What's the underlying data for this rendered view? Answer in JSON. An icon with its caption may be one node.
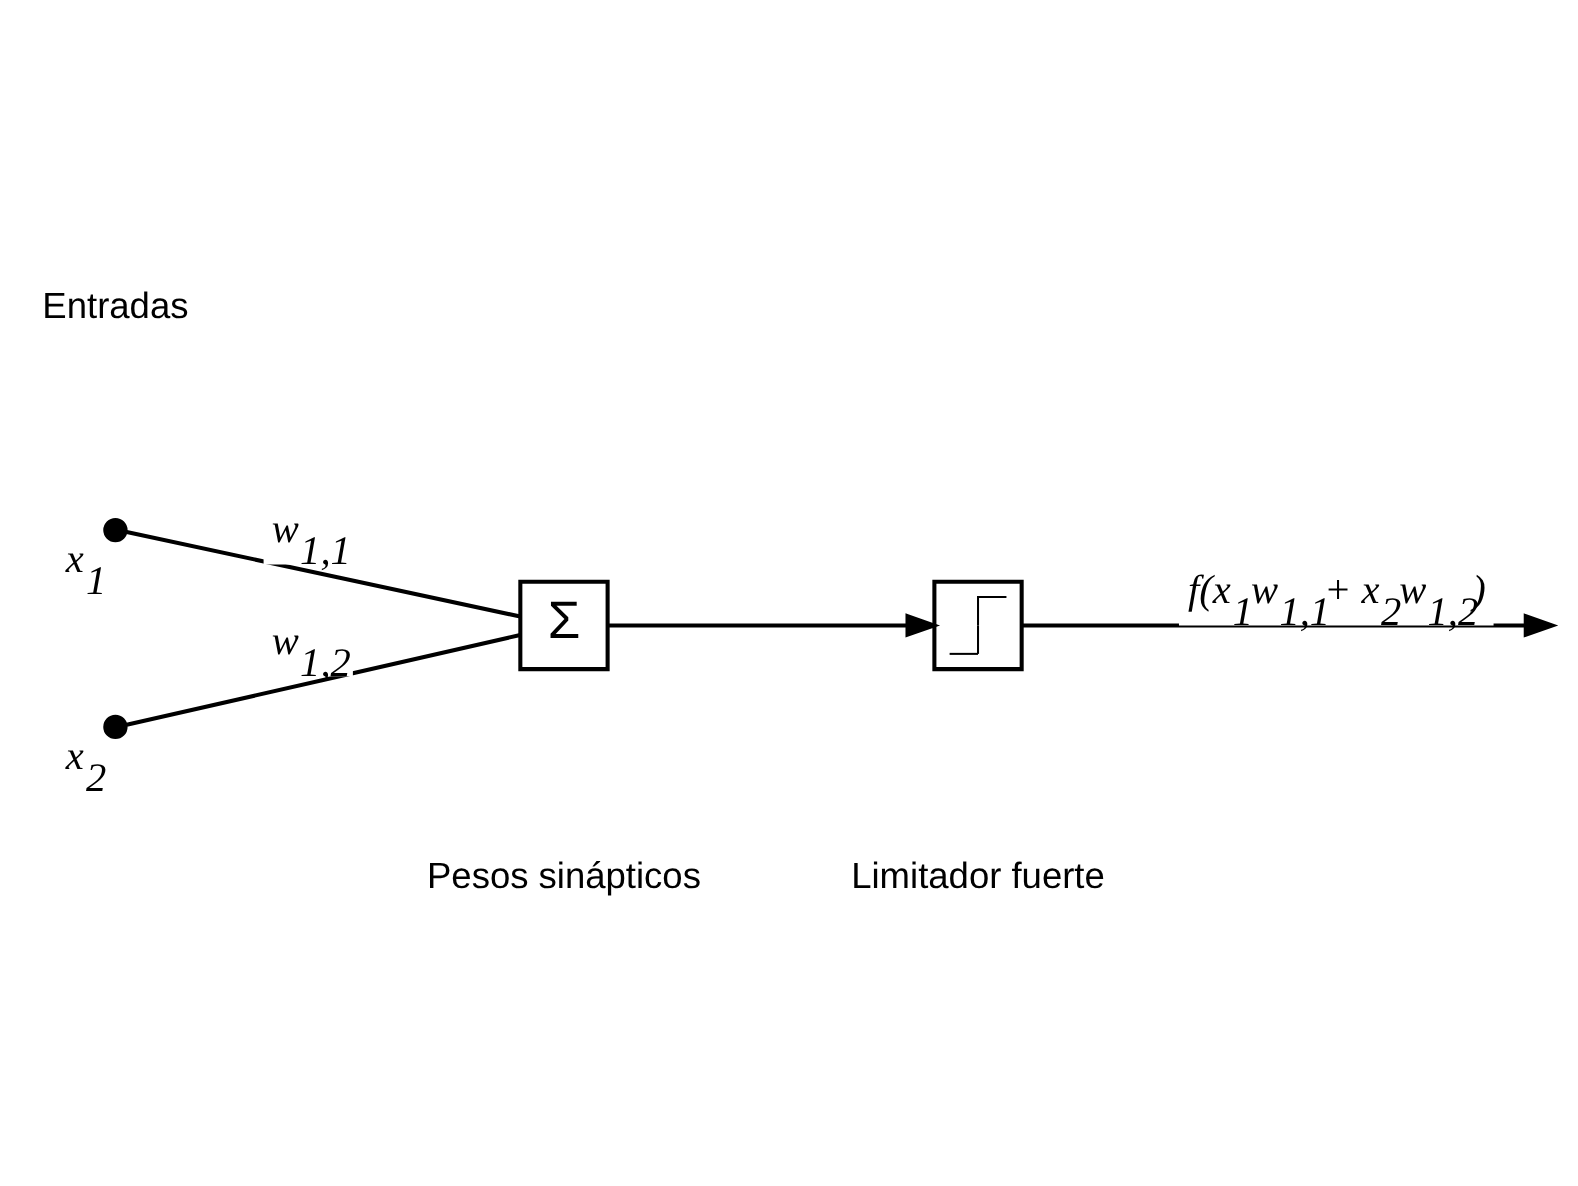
{
  "diagram": {
    "nodes": [
      {
        "text": [],
        "shape": "circle",
        "beside": [
          "x$_{1}$"
        ]
      },
      {
        "text": [],
        "shape": "circle",
        "beside": [
          "x$_{2}$"
        ]
      },
      {
        "text": [
          "Σ"
        ]
      },
      {
        "text": [],
        "shape": "picture"
      }
    ],
    "edges": [
      {
        "from": 0,
        "to": 2,
        "arrow": "none",
        "label": "w$_{1,1}$"
      },
      {
        "from": 1,
        "to": 2,
        "arrow": "none",
        "label": "w$_{1,2}$"
      },
      {
        "from": 2,
        "to": 3,
        "arrow": "to"
      },
      {
        "from": 3,
        "to": null,
        "arrow": "to",
        "label": "f(x$_{1}$w$_{1,1}$+ x$_{2}$w$_{1,2}$)"
      }
    ],
    "labels": [
      "Entradas",
      "Pesos sinápticos",
      "Limitador fuerte"
    ]
  }
}
